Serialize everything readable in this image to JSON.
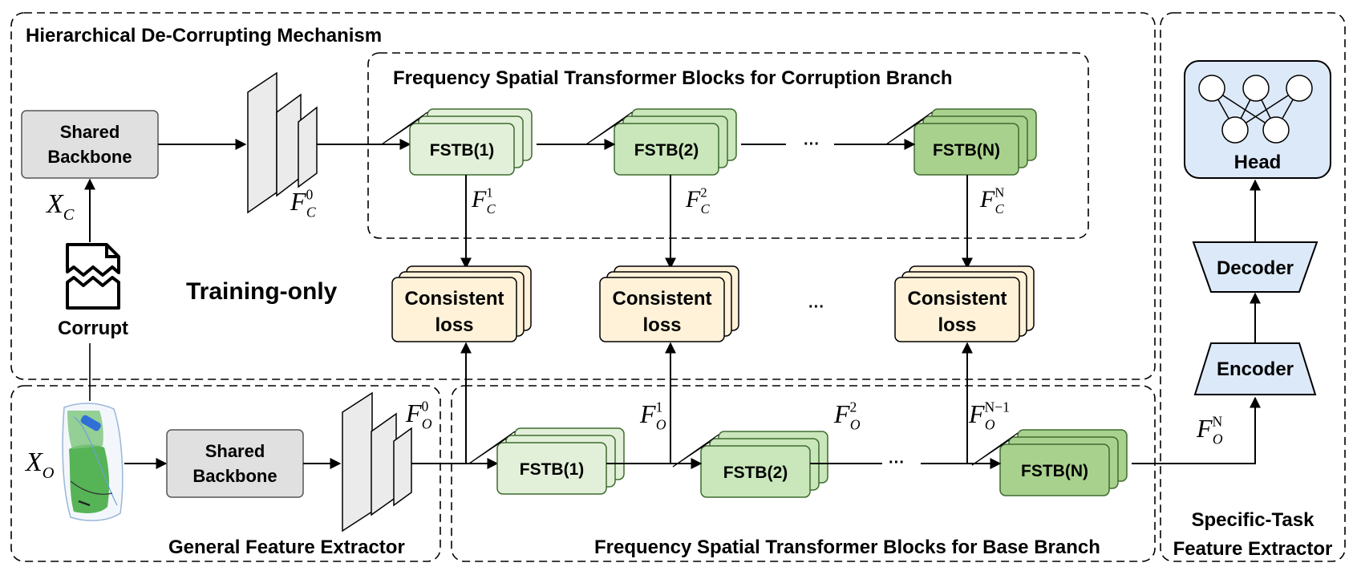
{
  "regions": {
    "hierarchical": "Hierarchical De-Corrupting Mechanism",
    "corruption_branch": "Frequency Spatial Transformer Blocks for Corruption Branch",
    "general_extractor": "General Feature Extractor",
    "base_branch": "Frequency Spatial Transformer Blocks for Base Branch",
    "specific_task_line1": "Specific-Task",
    "specific_task_line2": "Feature Extractor"
  },
  "labels": {
    "shared_backbone_line1": "Shared",
    "shared_backbone_line2": "Backbone",
    "corrupt": "Corrupt",
    "training_only": "Training-only",
    "ellipsis": "···",
    "head": "Head",
    "decoder": "Decoder",
    "encoder": "Encoder"
  },
  "blocks": {
    "corruption": [
      "FSTB(1)",
      "FSTB(2)",
      "FSTB(N)"
    ],
    "base": [
      "FSTB(1)",
      "FSTB(2)",
      "FSTB(N)"
    ]
  },
  "loss": {
    "line1": "Consistent",
    "line2": "loss"
  },
  "math": {
    "xc": {
      "base": "X",
      "sub": "C"
    },
    "xo": {
      "base": "X",
      "sub": "O"
    },
    "fc0": {
      "base": "F",
      "sub": "C",
      "sup": "0"
    },
    "fc1": {
      "base": "F",
      "sub": "C",
      "sup": "1"
    },
    "fc2": {
      "base": "F",
      "sub": "C",
      "sup": "2"
    },
    "fcn": {
      "base": "F",
      "sub": "C",
      "sup": "N"
    },
    "fo0": {
      "base": "F",
      "sub": "O",
      "sup": "0"
    },
    "fo1": {
      "base": "F",
      "sub": "O",
      "sup": "1"
    },
    "fo2": {
      "base": "F",
      "sub": "O",
      "sup": "2"
    },
    "fon1": {
      "base": "F",
      "sub": "O",
      "sup": "N−1"
    },
    "fon": {
      "base": "F",
      "sub": "O",
      "sup": "N"
    }
  },
  "colors": {
    "backbone_fill": "#e0e0e0",
    "fstb_light": "#e2f0d9",
    "fstb_mid": "#c9e7bb",
    "fstb_dark": "#a9d18e",
    "loss_fill": "#fff2d9",
    "task_fill": "#dce9f8",
    "xray_green": "#3aa83a",
    "xray_blue": "#2f6fd6"
  }
}
